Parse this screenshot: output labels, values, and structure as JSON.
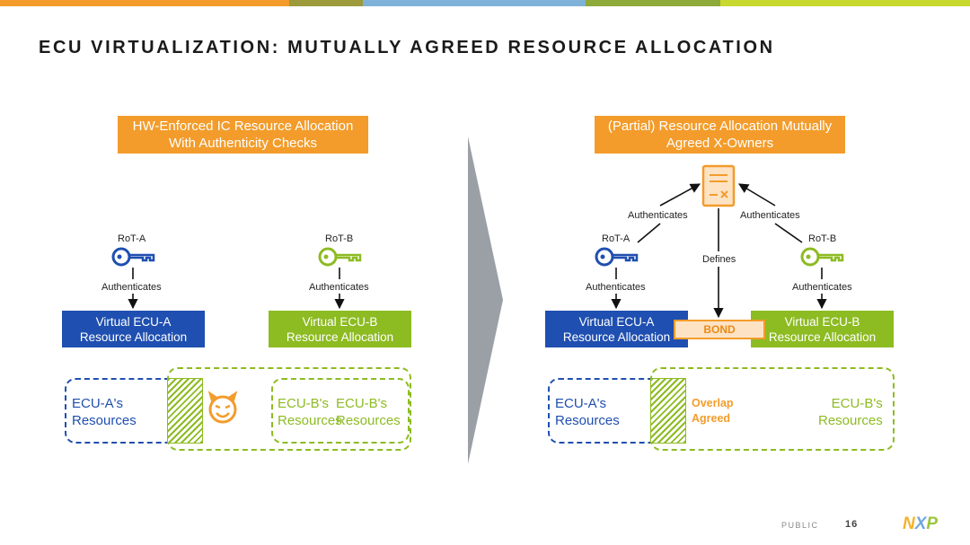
{
  "slide": {
    "title": "ECU VIRTUALIZATION: MUTUALLY AGREED RESOURCE ALLOCATION",
    "top_bar_colors": [
      "#f39c2b",
      "#9c9a3a",
      "#7fb2d8",
      "#8daa3a",
      "#c8d82e"
    ]
  },
  "left": {
    "header": "HW-Enforced IC Resource Allocation\nWith Authenticity Checks",
    "rot_a_label": "RoT-A",
    "rot_b_label": "RoT-B",
    "auth_a": "Authenticates",
    "auth_b": "Authenticates",
    "vecu_a": "Virtual ECU-A\nResource Allocation",
    "vecu_b": "Virtual ECU-B\nResource Allocation",
    "res_a": "ECU-A's\nResources",
    "res_b1": "ECU-B's\nResources",
    "res_b2": "ECU-B's\nResources",
    "threat_icon": "devil-face-icon"
  },
  "right": {
    "header": "(Partial) Resource Allocation Mutually\nAgreed X-Owners",
    "contract_icon": "contract-document-icon",
    "auth_left": "Authenticates",
    "auth_right": "Authenticates",
    "defines": "Defines",
    "rot_a_label": "RoT-A",
    "rot_b_label": "RoT-B",
    "auth_a": "Authenticates",
    "auth_b": "Authenticates",
    "vecu_a": "Virtual ECU-A\nResource Allocation",
    "vecu_b": "Virtual ECU-B\nResource Allocation",
    "bond": "BOND",
    "res_a": "ECU-A's\nResources",
    "res_b": "ECU-B's\nResources",
    "overlap": "Overlap\nAgreed"
  },
  "footer": {
    "classification": "PUBLIC",
    "page": "16",
    "logo_text": "NXP"
  },
  "colors": {
    "orange": "#f39c2b",
    "blue": "#1f4fb0",
    "green": "#8dbb22",
    "grey_arrow": "#9aa0a6"
  }
}
